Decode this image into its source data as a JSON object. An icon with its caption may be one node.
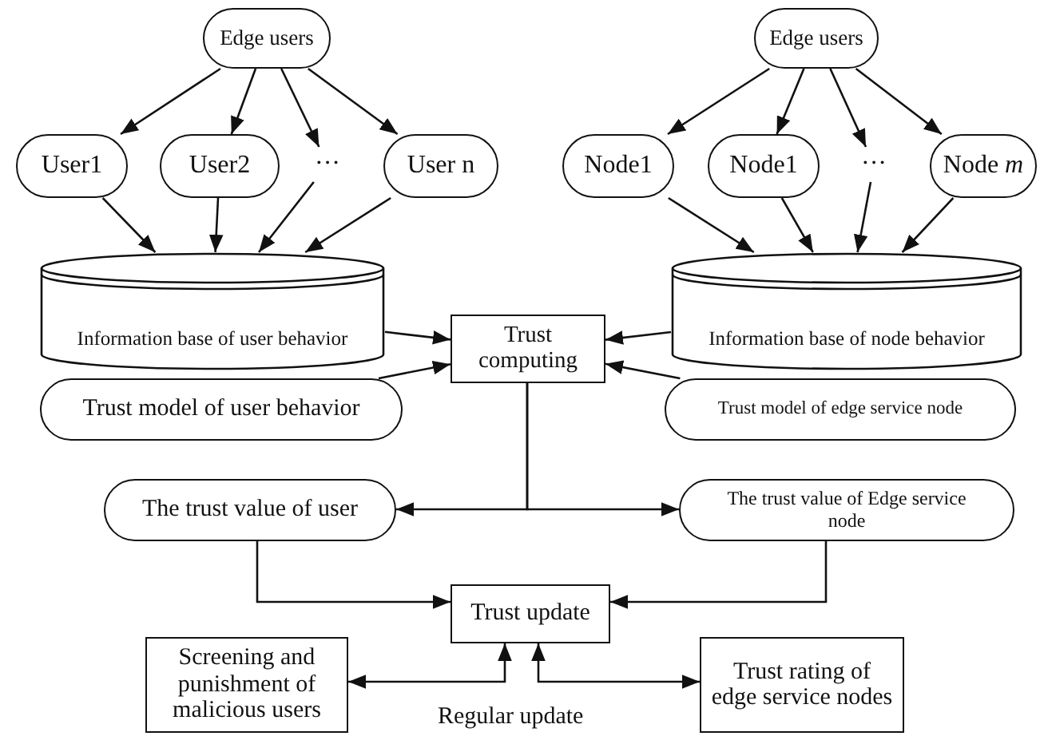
{
  "diagram": {
    "nodes": [
      {
        "text": [
          "Edge users"
        ]
      },
      {
        "text": [
          "User1"
        ]
      },
      {
        "text": [
          "User2"
        ]
      },
      {
        "text": [
          "···"
        ]
      },
      {
        "text": [
          "User n"
        ]
      },
      {
        "text": [
          "Information base of user behavior"
        ]
      },
      {
        "text": [
          "Edge users"
        ]
      },
      {
        "text": [
          "Node1"
        ]
      },
      {
        "text": [
          "Node1"
        ]
      },
      {
        "text": [
          "···"
        ]
      },
      {
        "text": [
          "Node *m*"
        ]
      },
      {
        "text": [
          "Information base of node behavior"
        ]
      },
      {
        "text": [
          "Trust computing"
        ]
      },
      {
        "text": [
          "Trust model of user behavior"
        ]
      },
      {
        "text": [
          "Trust model of edge service node"
        ]
      },
      {
        "text": [
          "The trust value of user"
        ]
      },
      {
        "text": [
          "The trust value of Edge service node"
        ]
      },
      {
        "text": [
          "Trust update"
        ]
      },
      {
        "text": [
          "Screening and punishment of malicious users"
        ]
      },
      {
        "text": [
          "Trust rating of edge service nodes"
        ]
      }
    ],
    "edges": [
      {
        "from": 0,
        "to": 1,
        "arrow": "to"
      },
      {
        "from": 0,
        "to": 2,
        "arrow": "to"
      },
      {
        "from": 0,
        "to": 3,
        "arrow": "to"
      },
      {
        "from": 0,
        "to": 4,
        "arrow": "to"
      },
      {
        "from": 1,
        "to": 5,
        "arrow": "to"
      },
      {
        "from": 2,
        "to": 5,
        "arrow": "to"
      },
      {
        "from": 3,
        "to": 5,
        "arrow": "to"
      },
      {
        "from": 4,
        "to": 5,
        "arrow": "to"
      },
      {
        "from": 6,
        "to": 7,
        "arrow": "to"
      },
      {
        "from": 6,
        "to": 8,
        "arrow": "to"
      },
      {
        "from": 6,
        "to": 9,
        "arrow": "to"
      },
      {
        "from": 6,
        "to": 10,
        "arrow": "to"
      },
      {
        "from": 7,
        "to": 11,
        "arrow": "to"
      },
      {
        "from": 8,
        "to": 11,
        "arrow": "to"
      },
      {
        "from": 9,
        "to": 11,
        "arrow": "to"
      },
      {
        "from": 10,
        "to": 11,
        "arrow": "to"
      },
      {
        "from": 5,
        "to": 12,
        "arrow": "to"
      },
      {
        "from": 13,
        "to": 12,
        "arrow": "to"
      },
      {
        "from": 11,
        "to": 12,
        "arrow": "to"
      },
      {
        "from": 14,
        "to": 12,
        "arrow": "to"
      },
      {
        "from": 12,
        "to": 15,
        "arrow": "to"
      },
      {
        "from": 12,
        "to": 16,
        "arrow": "to"
      },
      {
        "from": 15,
        "to": 17,
        "arrow": "to"
      },
      {
        "from": 16,
        "to": 17,
        "arrow": "to"
      },
      {
        "from": 17,
        "to": 18,
        "arrow": "both"
      },
      {
        "from": 17,
        "to": 19,
        "arrow": "both"
      }
    ],
    "labels": [
      "Regular update"
    ]
  }
}
